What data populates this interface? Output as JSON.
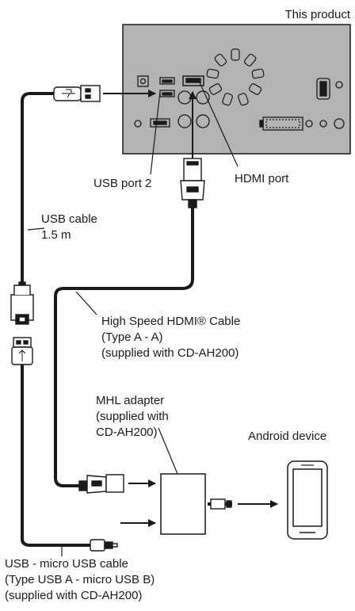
{
  "labels": {
    "product": "This product",
    "usb_port": "USB port 2",
    "hdmi_port": "HDMI port",
    "usb_cable": [
      "USB cable",
      "1.5 m"
    ],
    "hdmi_cable": [
      "High Speed HDMI® Cable",
      "(Type A - A)",
      "(supplied with CD-AH200)"
    ],
    "mhl_adapter": [
      "MHL adapter",
      "(supplied with",
      "CD-AH200)"
    ],
    "android_device": "Android device",
    "micro_usb_cable": [
      "USB - micro USB cable",
      "(Type USB A - micro USB B)",
      "(supplied with CD-AH200)"
    ]
  },
  "colors": {
    "panel": "#b3b3b3",
    "ink": "#1a1a1a",
    "background": "#ffffff"
  }
}
